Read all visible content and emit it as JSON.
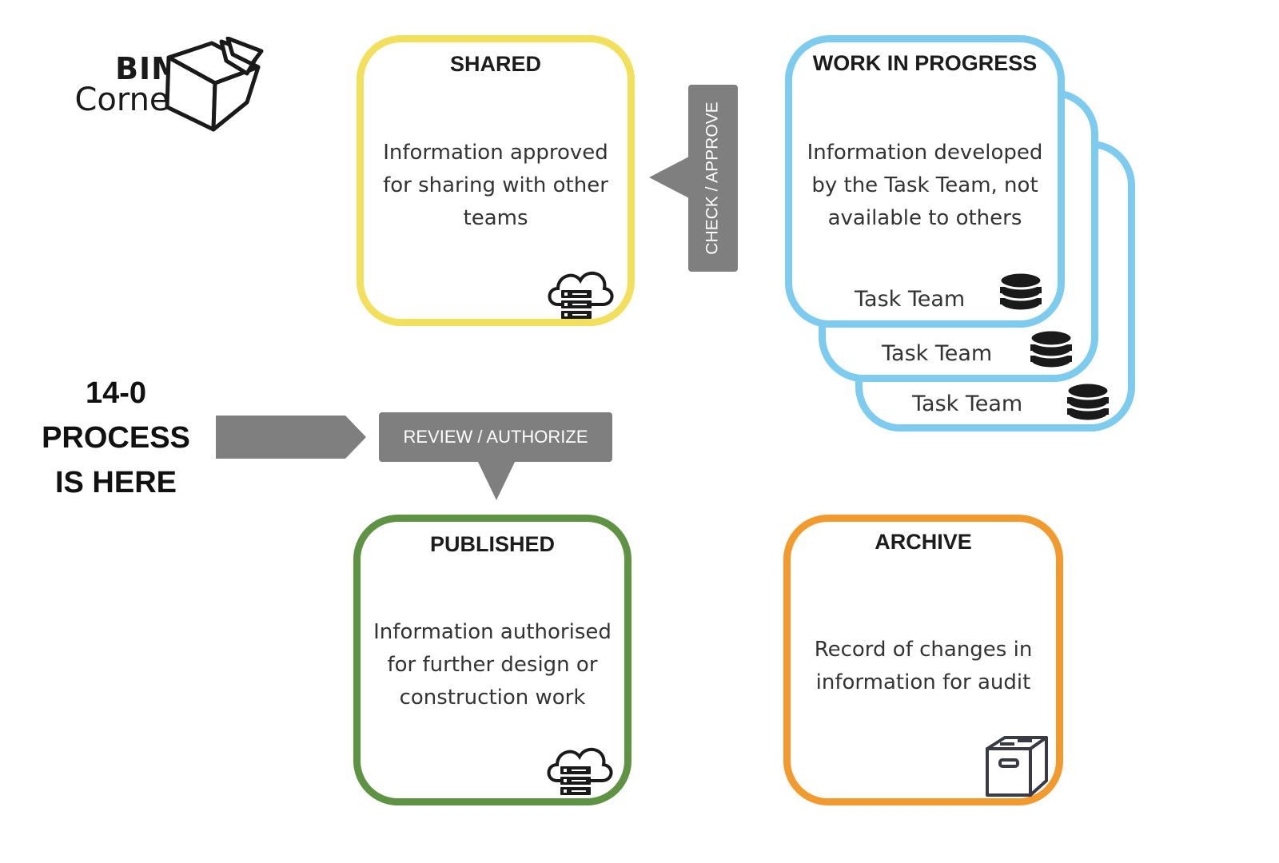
{
  "logo": {
    "line1": "BIM",
    "line2": "Corner",
    "icon": "open-box-icon"
  },
  "side_note": {
    "line1": "14-0",
    "line2": "PROCESS",
    "line3": "IS HERE"
  },
  "states": {
    "shared": {
      "title": "SHARED",
      "description": [
        "Information approved",
        "for sharing with other",
        "teams"
      ],
      "icon": "cloud-server-icon",
      "color": "#f2df5b"
    },
    "wip": {
      "title": "WORK IN PROGRESS",
      "description": [
        "Information developed",
        "by the Task Team, not",
        "available to others"
      ],
      "teams": [
        "Task Team",
        "Task Team",
        "Task Team"
      ],
      "icon": "database-icon",
      "color": "#7ecbf0"
    },
    "published": {
      "title": "PUBLISHED",
      "description": [
        "Information authorised",
        "for further design or",
        "construction work"
      ],
      "icon": "cloud-server-icon",
      "color": "#5e9343"
    },
    "archive": {
      "title": "ARCHIVE",
      "description": [
        "Record of changes in",
        "information for audit"
      ],
      "icon": "archive-box-icon",
      "color": "#f29a2e"
    }
  },
  "transitions": {
    "check_approve": "CHECK / APPROVE",
    "review_authorize": "REVIEW / AUTHORIZE",
    "tag_color": "#7f7f7f"
  }
}
